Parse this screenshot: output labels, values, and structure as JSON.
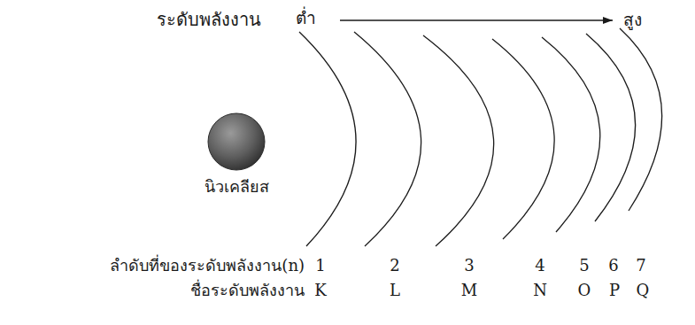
{
  "diagram": {
    "nodes": [
      {
        "text": [
          "นิวเคลียส"
        ]
      }
    ],
    "labels": [
      "ระดับพลังงาน",
      "ต่ำ",
      "สูง",
      "ลำดับที่ของระดับพลังงาน(n)",
      "1",
      "2",
      "3",
      "4",
      "5",
      "6",
      "7",
      "ชื่อระดับพลังงาน",
      "K",
      "L",
      "M",
      "N",
      "O",
      "P",
      "Q"
    ]
  }
}
